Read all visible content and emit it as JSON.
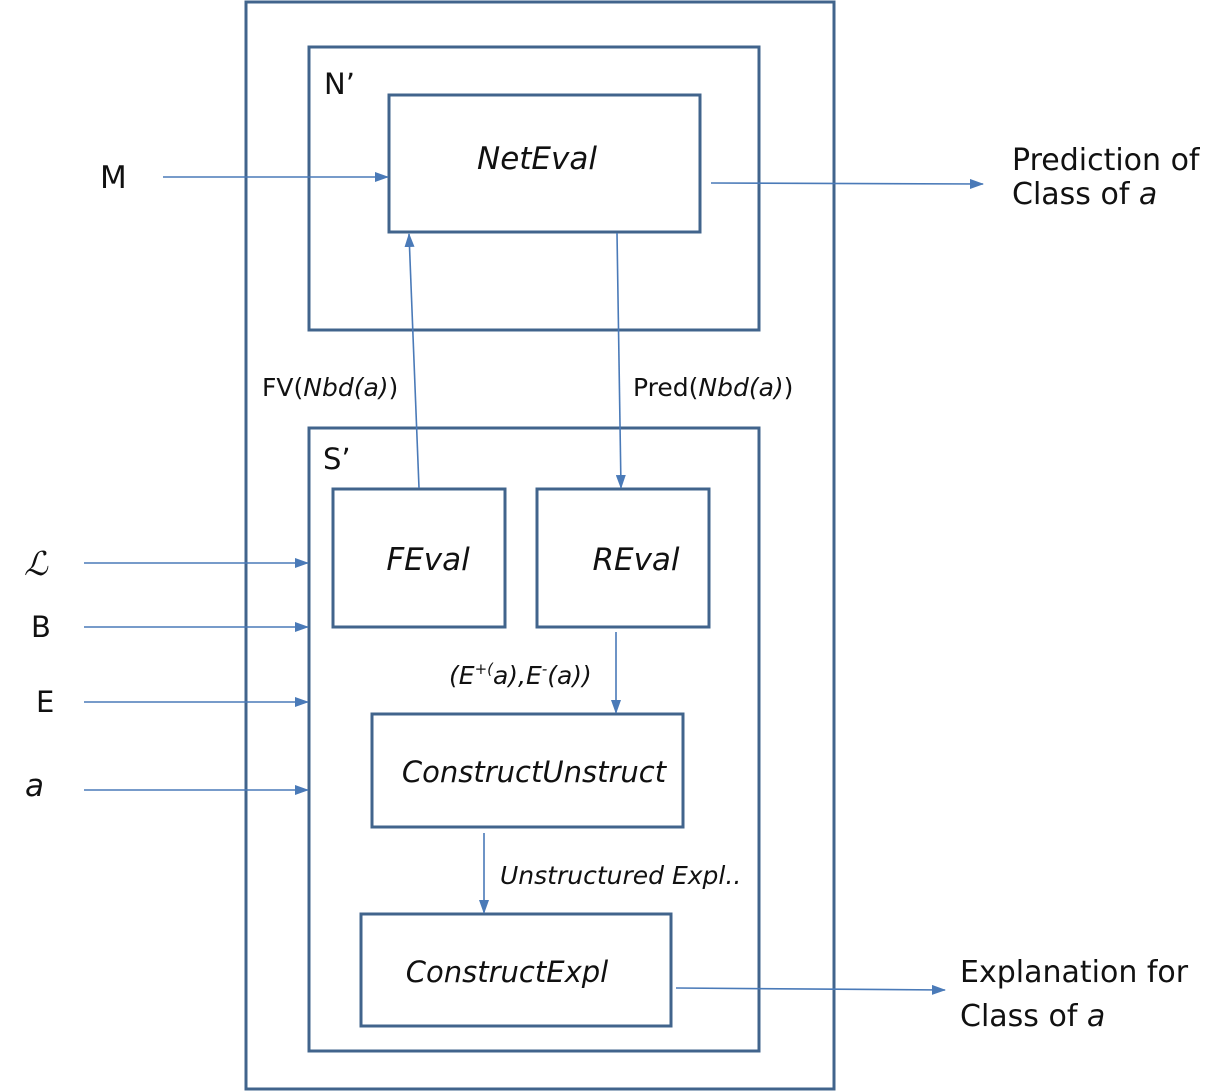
{
  "containers": {
    "n_prime": "N’",
    "s_prime": "S’"
  },
  "modules": {
    "net_eval": "NetEval",
    "f_eval": "FEval",
    "r_eval": "REval",
    "construct_unstruct": "ConstructUnstruct",
    "construct_expl": "ConstructExpl"
  },
  "inputs": {
    "m": "M",
    "script_l": "ℒ",
    "b": "B",
    "e": "E",
    "a": "a"
  },
  "edges": {
    "fv_prefix": "FV(",
    "fv_arg": "Nbd(a)",
    "fv_suffix": ")",
    "pred_prefix": "Pred(",
    "pred_arg": "Nbd(a)",
    "pred_suffix": ")",
    "sets_open": "(E",
    "sets_plus": "+(",
    "sets_mid": "a),E",
    "sets_minus": "-",
    "sets_close": "(a))",
    "unstructured": "Unstructured Expl.."
  },
  "outputs": {
    "prediction_line1": "Prediction of",
    "prediction_line2_prefix": "Class of ",
    "prediction_line2_var": "a",
    "explanation_line1": "Explanation for",
    "explanation_line2_prefix": "Class of ",
    "explanation_line2_var": "a"
  },
  "colors": {
    "box_stroke": "#41648c",
    "arrow": "#4a7ab8",
    "text": "#111111"
  }
}
